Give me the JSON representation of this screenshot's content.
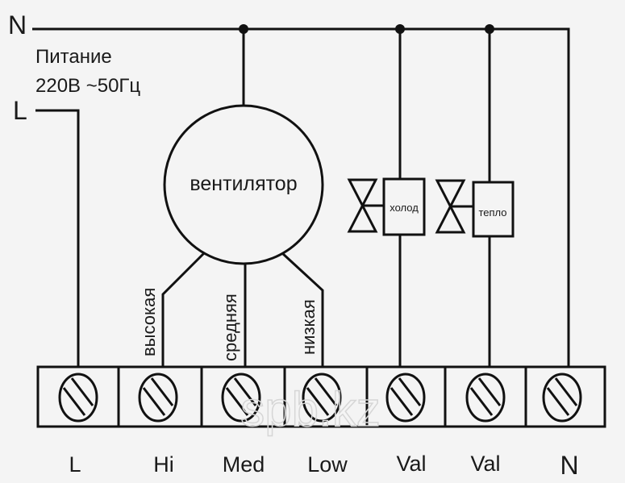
{
  "supply": {
    "n_label": "N",
    "l_label": "L",
    "title": "Питание",
    "spec": "220В ~50Гц"
  },
  "fan": {
    "label": "вентилятор",
    "speeds": [
      "высокая",
      "средняя",
      "низкая"
    ]
  },
  "valves": [
    {
      "label": "холод"
    },
    {
      "label": "тепло"
    }
  ],
  "terminals": [
    "L",
    "Hi",
    "Med",
    "Low",
    "Val",
    "Val",
    "N"
  ],
  "watermark": "spb.kz"
}
